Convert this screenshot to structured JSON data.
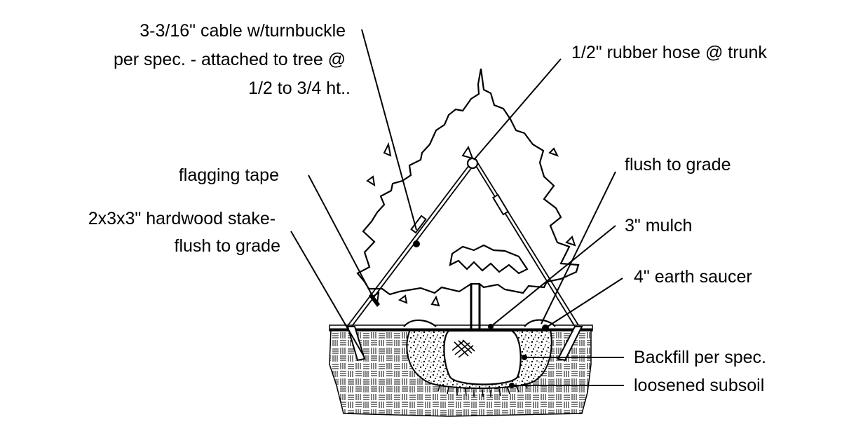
{
  "labels": {
    "cable": [
      "3-3/16\" cable w/turnbuckle",
      "per spec. - attached to tree @",
      "1/2 to 3/4 ht.."
    ],
    "hose": "1/2\" rubber hose @ trunk",
    "flagging": "flagging tape",
    "stake": [
      "2x3x3\" hardwood stake-",
      "flush to grade"
    ],
    "flush": "flush to grade",
    "mulch": "3\" mulch",
    "saucer": "4\" earth saucer",
    "backfill": "Backfill per spec.",
    "subsoil": "loosened subsoil"
  },
  "colors": {
    "ink": "#000000",
    "paper": "#ffffff"
  }
}
